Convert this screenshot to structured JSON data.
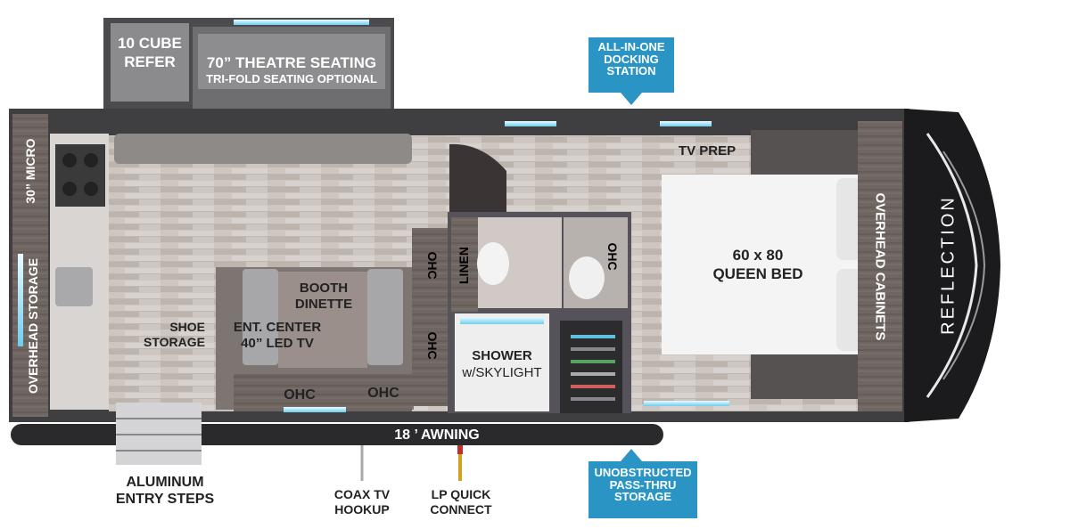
{
  "brand": "REFLECTION",
  "colors": {
    "floor": "#c9c1bc",
    "wall": "#4a4a4c",
    "cabinet": "#6b625f",
    "dark_frame": "#1c1c1e",
    "callout": "#2a95c4",
    "window_glow": "#7fd3f0",
    "bed": "#f4f4f4"
  },
  "labels": {
    "refer": [
      "10 CUBE",
      "REFER"
    ],
    "theatre": "70” THEATRE SEATING",
    "theatre_option": "TRI-FOLD SEATING OPTIONAL",
    "micro": "30” MICRO",
    "overhead_storage": "OVERHEAD STORAGE",
    "booth": [
      "BOOTH",
      "DINETTE"
    ],
    "shoe": [
      "SHOE",
      "STORAGE"
    ],
    "ent": [
      "ENT. CENTER",
      "40” LED TV"
    ],
    "ohc_left": "OHC",
    "ohc_right": "OHC",
    "ohc_vert_1": "OHC",
    "ohc_vert_2": "OHC",
    "ohc_vert_3": "OHC",
    "linen": "LINEN",
    "shower": [
      "SHOWER",
      "w/SKYLIGHT"
    ],
    "tv_prep": "TV PREP",
    "bed": [
      "60 x 80",
      "QUEEN BED"
    ],
    "overhead_cabinets": "OVERHEAD CABINETS",
    "awning": "18 ’ AWNING",
    "steps": [
      "ALUMINUM",
      "ENTRY STEPS"
    ],
    "coax": [
      "COAX TV",
      "HOOKUP"
    ],
    "lp": [
      "LP QUICK",
      "CONNECT"
    ]
  },
  "callouts": {
    "docking": [
      "ALL-IN-ONE",
      "DOCKING",
      "STATION"
    ],
    "passthru": [
      "UNOBSTRUCTED",
      "PASS-THRU",
      "STORAGE"
    ]
  }
}
